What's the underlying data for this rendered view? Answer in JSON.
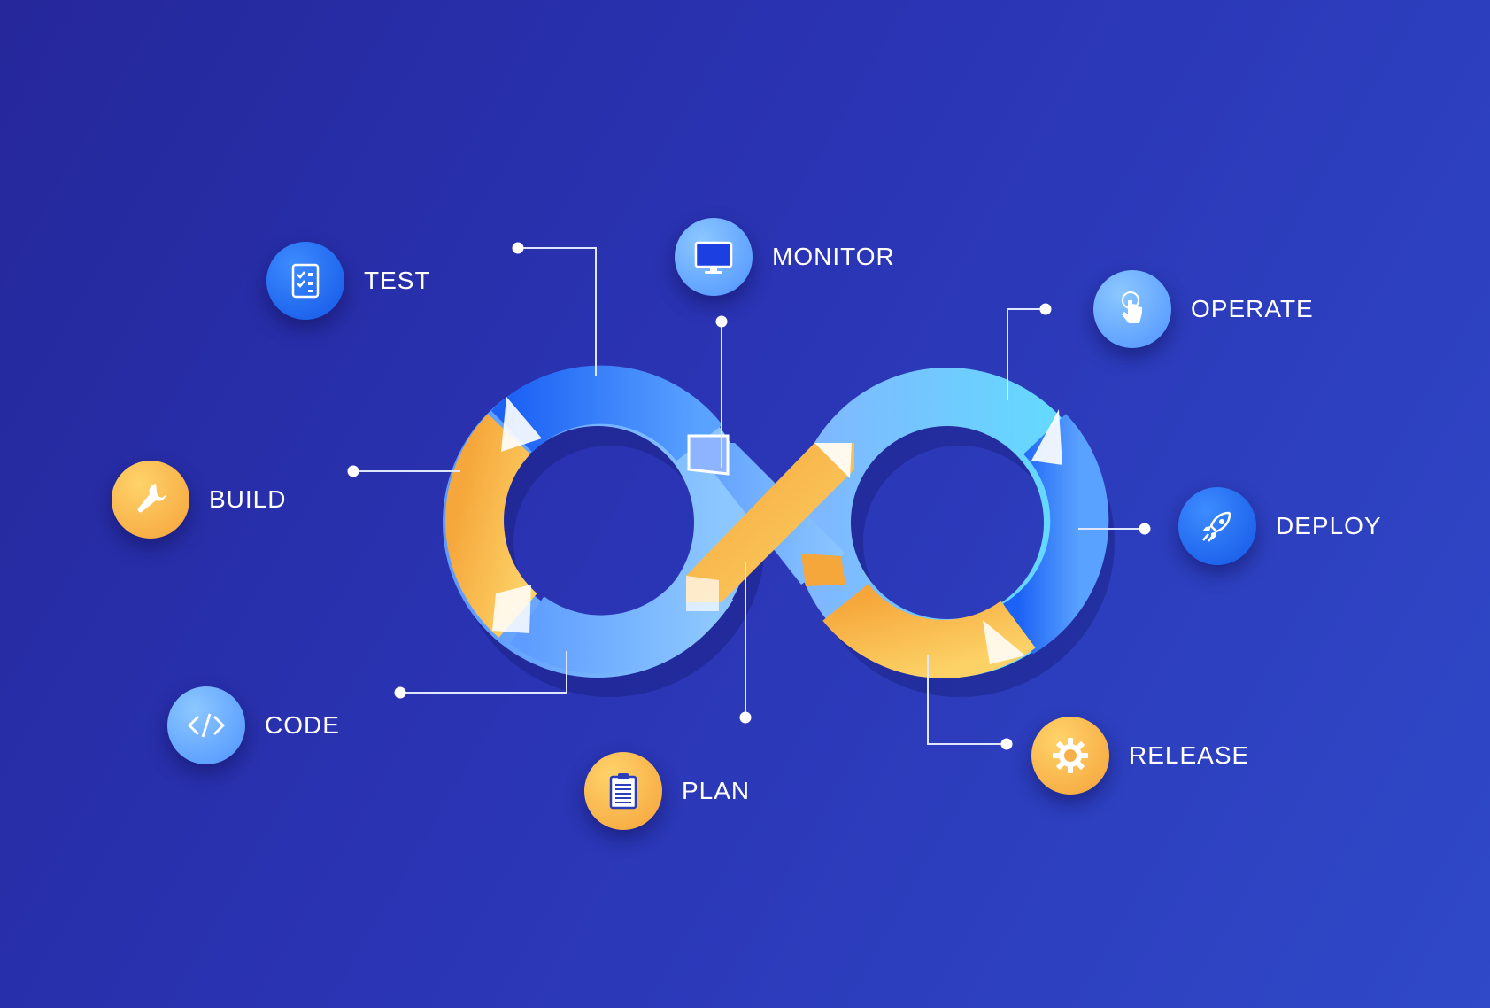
{
  "stages": {
    "test": {
      "label": "TEST",
      "icon": "checklist-icon"
    },
    "monitor": {
      "label": "MONITOR",
      "icon": "monitor-icon"
    },
    "operate": {
      "label": "OPERATE",
      "icon": "touch-hand-icon"
    },
    "build": {
      "label": "BUILD",
      "icon": "wrench-icon"
    },
    "deploy": {
      "label": "DEPLOY",
      "icon": "rocket-icon"
    },
    "code": {
      "label": "CODE",
      "icon": "code-brackets-icon"
    },
    "plan": {
      "label": "PLAN",
      "icon": "clipboard-icon"
    },
    "release": {
      "label": "RELEASE",
      "icon": "gear-icon"
    }
  },
  "colors": {
    "background_start": "#25279a",
    "background_end": "#2f49c8",
    "orange": "#f7b648",
    "blue": "#1f6bff",
    "light_blue": "#6fb0ff",
    "connector": "#ffffff"
  }
}
